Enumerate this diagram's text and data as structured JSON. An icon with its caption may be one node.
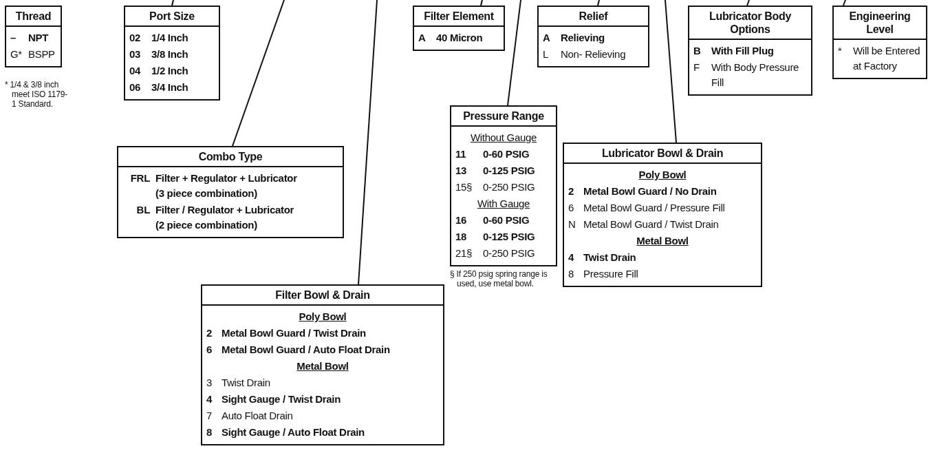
{
  "diagram": {
    "nodes": [
      {
        "text": [
          "Thread",
          "– NPT",
          "G* BSPP"
        ],
        "beside": [
          "* 1/4 & 3/8 inch meet ISO 1179-1 Standard."
        ]
      },
      {
        "text": [
          "Port Size",
          "02 1/4 Inch",
          "03 3/8 Inch",
          "04 1/2 Inch",
          "06 3/4 Inch"
        ]
      },
      {
        "text": [
          "Filter Element",
          "A 40 Micron"
        ]
      },
      {
        "text": [
          "Relief",
          "A Relieving",
          "L Non- Relieving"
        ]
      },
      {
        "text": [
          "Lubricator Body Options",
          "B With Fill Plug",
          "F With Body Pressure Fill"
        ]
      },
      {
        "text": [
          "Engineering Level",
          "* Will be Entered at Factory"
        ]
      },
      {
        "text": [
          "Pressure Range",
          "Without Gauge",
          "11 0-60 PSIG",
          "13 0-125 PSIG",
          "15§ 0-250 PSIG",
          "With Gauge",
          "16 0-60 PSIG",
          "18 0-125 PSIG",
          "21§ 0-250 PSIG"
        ],
        "beside": [
          "§ If 250 psig spring range is used, use metal bowl."
        ]
      },
      {
        "text": [
          "Combo Type",
          "FRL Filter + Regulator + Lubricator (3 piece combination)",
          "BL Filter / Regulator + Lubricator (2 piece combination)"
        ]
      },
      {
        "text": [
          "Lubricator Bowl & Drain",
          "Poly Bowl",
          "2 Metal Bowl Guard / No Drain",
          "6 Metal Bowl Guard / Pressure Fill",
          "N Metal Bowl Guard / Twist Drain",
          "Metal Bowl",
          "4 Twist Drain",
          "8 Pressure Fill"
        ]
      },
      {
        "text": [
          "Filter Bowl & Drain",
          "Poly Bowl",
          "2 Metal Bowl Guard / Twist Drain",
          "6 Metal Bowl Guard / Auto Float Drain",
          "Metal Bowl",
          "3 Twist Drain",
          "4 Sight Gauge / Twist Drain",
          "7 Auto Float Drain",
          "8 Sight Gauge / Auto Float Drain"
        ]
      }
    ],
    "edges": [
      {
        "from": 1,
        "to": null,
        "arrow": "none"
      },
      {
        "from": 7,
        "to": null,
        "arrow": "none"
      },
      {
        "from": 9,
        "to": null,
        "arrow": "none"
      },
      {
        "from": 2,
        "to": null,
        "arrow": "none"
      },
      {
        "from": 6,
        "to": null,
        "arrow": "none"
      },
      {
        "from": 3,
        "to": null,
        "arrow": "none"
      },
      {
        "from": 8,
        "to": null,
        "arrow": "none"
      },
      {
        "from": 4,
        "to": null,
        "arrow": "none"
      },
      {
        "from": 5,
        "to": null,
        "arrow": "none"
      }
    ]
  }
}
